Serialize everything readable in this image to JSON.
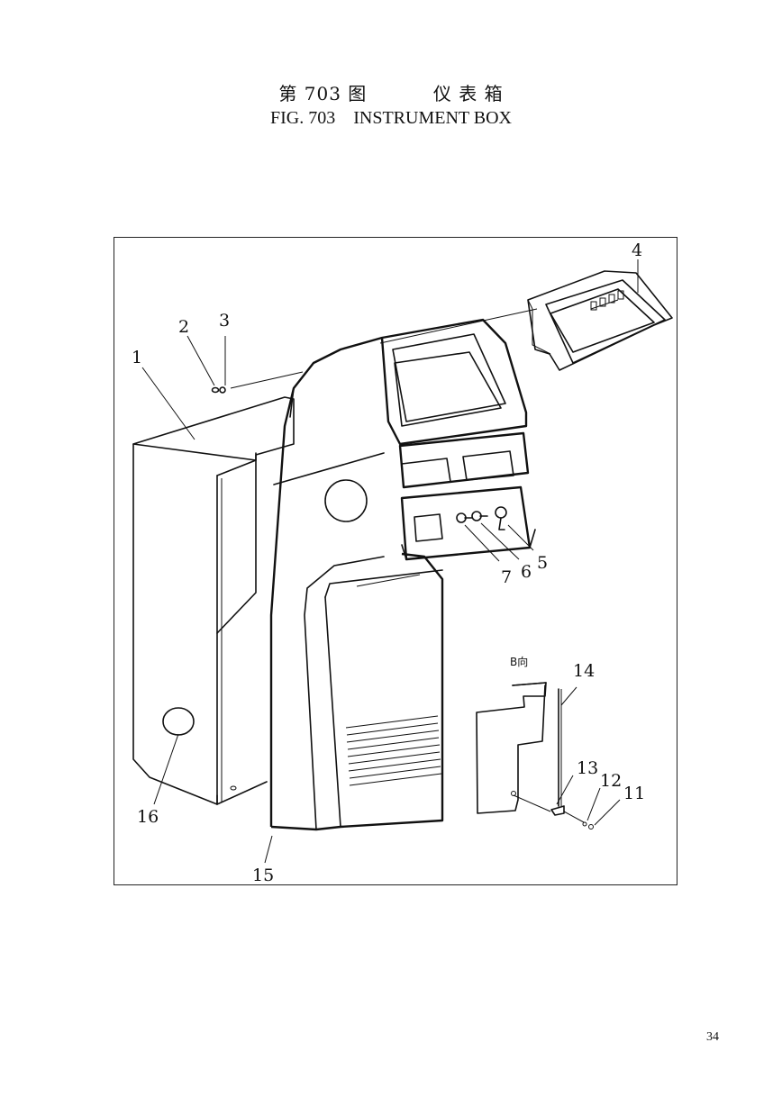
{
  "header": {
    "title_zh": "第 703 图          仪 表 箱",
    "title_en": "FIG. 703    INSTRUMENT BOX"
  },
  "figure": {
    "view_label": "B向",
    "callouts": [
      "1",
      "2",
      "3",
      "4",
      "5",
      "6",
      "7",
      "11",
      "12",
      "13",
      "14",
      "15",
      "16"
    ]
  },
  "footer": {
    "page_number": "34"
  }
}
